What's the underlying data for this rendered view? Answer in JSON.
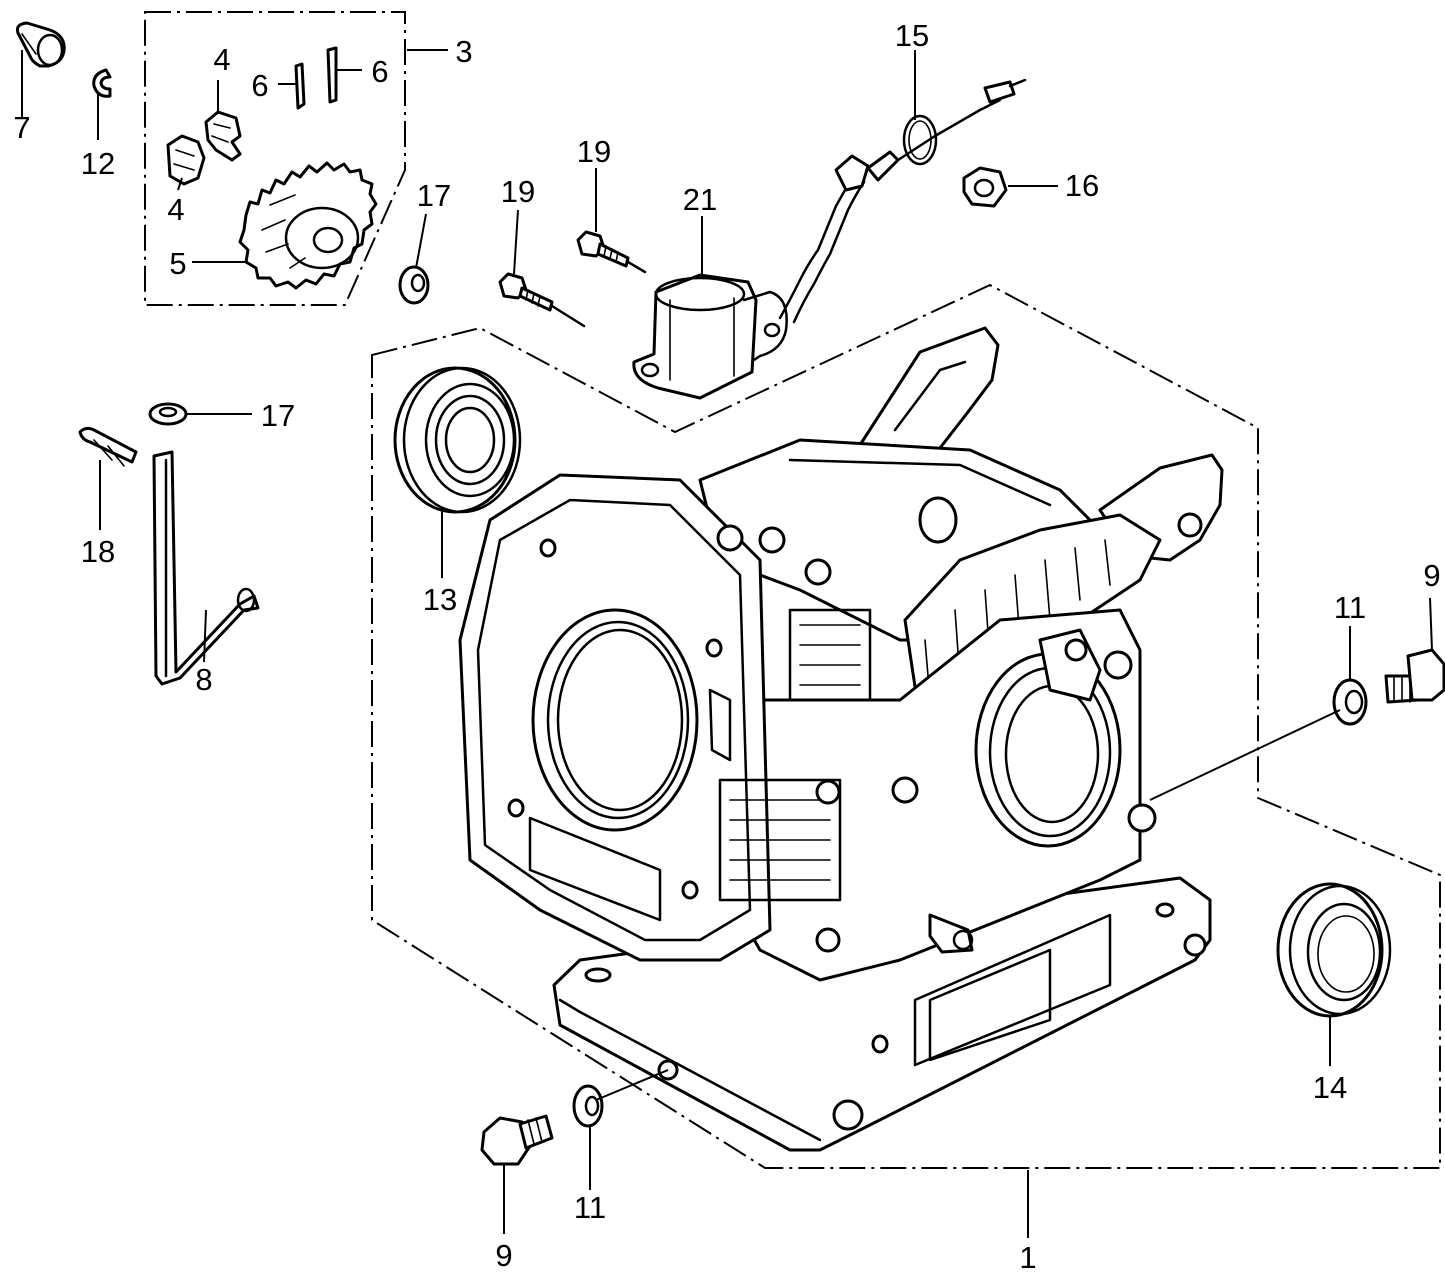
{
  "diagram": {
    "callouts": [
      {
        "id": "c1",
        "label": "1"
      },
      {
        "id": "c3",
        "label": "3"
      },
      {
        "id": "c4a",
        "label": "4"
      },
      {
        "id": "c4b",
        "label": "4"
      },
      {
        "id": "c5",
        "label": "5"
      },
      {
        "id": "c6a",
        "label": "6"
      },
      {
        "id": "c6b",
        "label": "6"
      },
      {
        "id": "c7",
        "label": "7"
      },
      {
        "id": "c8",
        "label": "8"
      },
      {
        "id": "c9a",
        "label": "9"
      },
      {
        "id": "c9b",
        "label": "9"
      },
      {
        "id": "c11a",
        "label": "11"
      },
      {
        "id": "c11b",
        "label": "11"
      },
      {
        "id": "c12",
        "label": "12"
      },
      {
        "id": "c13",
        "label": "13"
      },
      {
        "id": "c14",
        "label": "14"
      },
      {
        "id": "c15",
        "label": "15"
      },
      {
        "id": "c16",
        "label": "16"
      },
      {
        "id": "c17a",
        "label": "17"
      },
      {
        "id": "c17b",
        "label": "17"
      },
      {
        "id": "c18",
        "label": "18"
      },
      {
        "id": "c19a",
        "label": "19"
      },
      {
        "id": "c19b",
        "label": "19"
      },
      {
        "id": "c21",
        "label": "21"
      }
    ]
  }
}
